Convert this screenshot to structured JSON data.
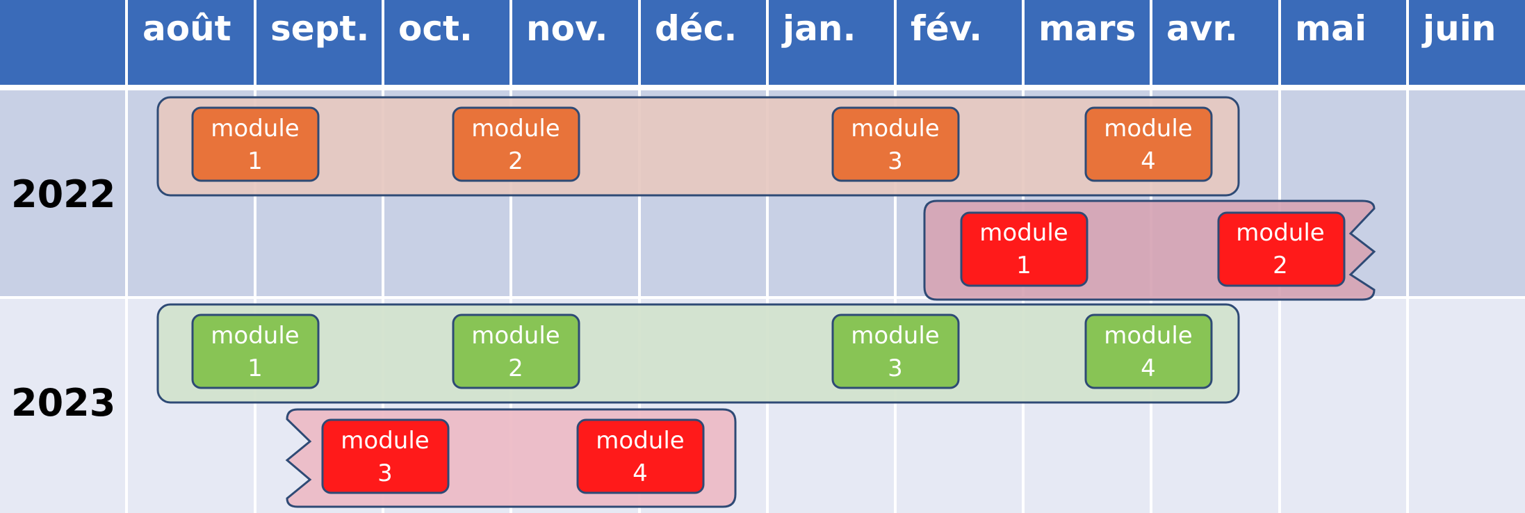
{
  "months": [
    "août",
    "sept.",
    "oct.",
    "nov.",
    "déc.",
    "jan.",
    "fév.",
    "mars",
    "avr.",
    "mai",
    "juin"
  ],
  "years": [
    "2022",
    "2023"
  ],
  "colors": {
    "header": "#3a6bb9",
    "row_2022": "#c8d0e5",
    "row_2023": "#e6e9f4",
    "gridline": "#ffffff",
    "orange_module": "#e8733a",
    "orange_band": "#e6c8c0",
    "red_module": "#ff1a1a",
    "red_band_2022": "#d6a4b4",
    "red_band_2023": "#edbac4",
    "green_module": "#88c455",
    "green_band": "#d1e2cc",
    "outline": "#2e4a75"
  },
  "modules": {
    "orange": [
      {
        "label": "module",
        "number": "1"
      },
      {
        "label": "module",
        "number": "2"
      },
      {
        "label": "module",
        "number": "3"
      },
      {
        "label": "module",
        "number": "4"
      }
    ],
    "red_2022": [
      {
        "label": "module",
        "number": "1"
      },
      {
        "label": "module",
        "number": "2"
      }
    ],
    "green": [
      {
        "label": "module",
        "number": "1"
      },
      {
        "label": "module",
        "number": "2"
      },
      {
        "label": "module",
        "number": "3"
      },
      {
        "label": "module",
        "number": "4"
      }
    ],
    "red_2023": [
      {
        "label": "module",
        "number": "3"
      },
      {
        "label": "module",
        "number": "4"
      }
    ]
  }
}
